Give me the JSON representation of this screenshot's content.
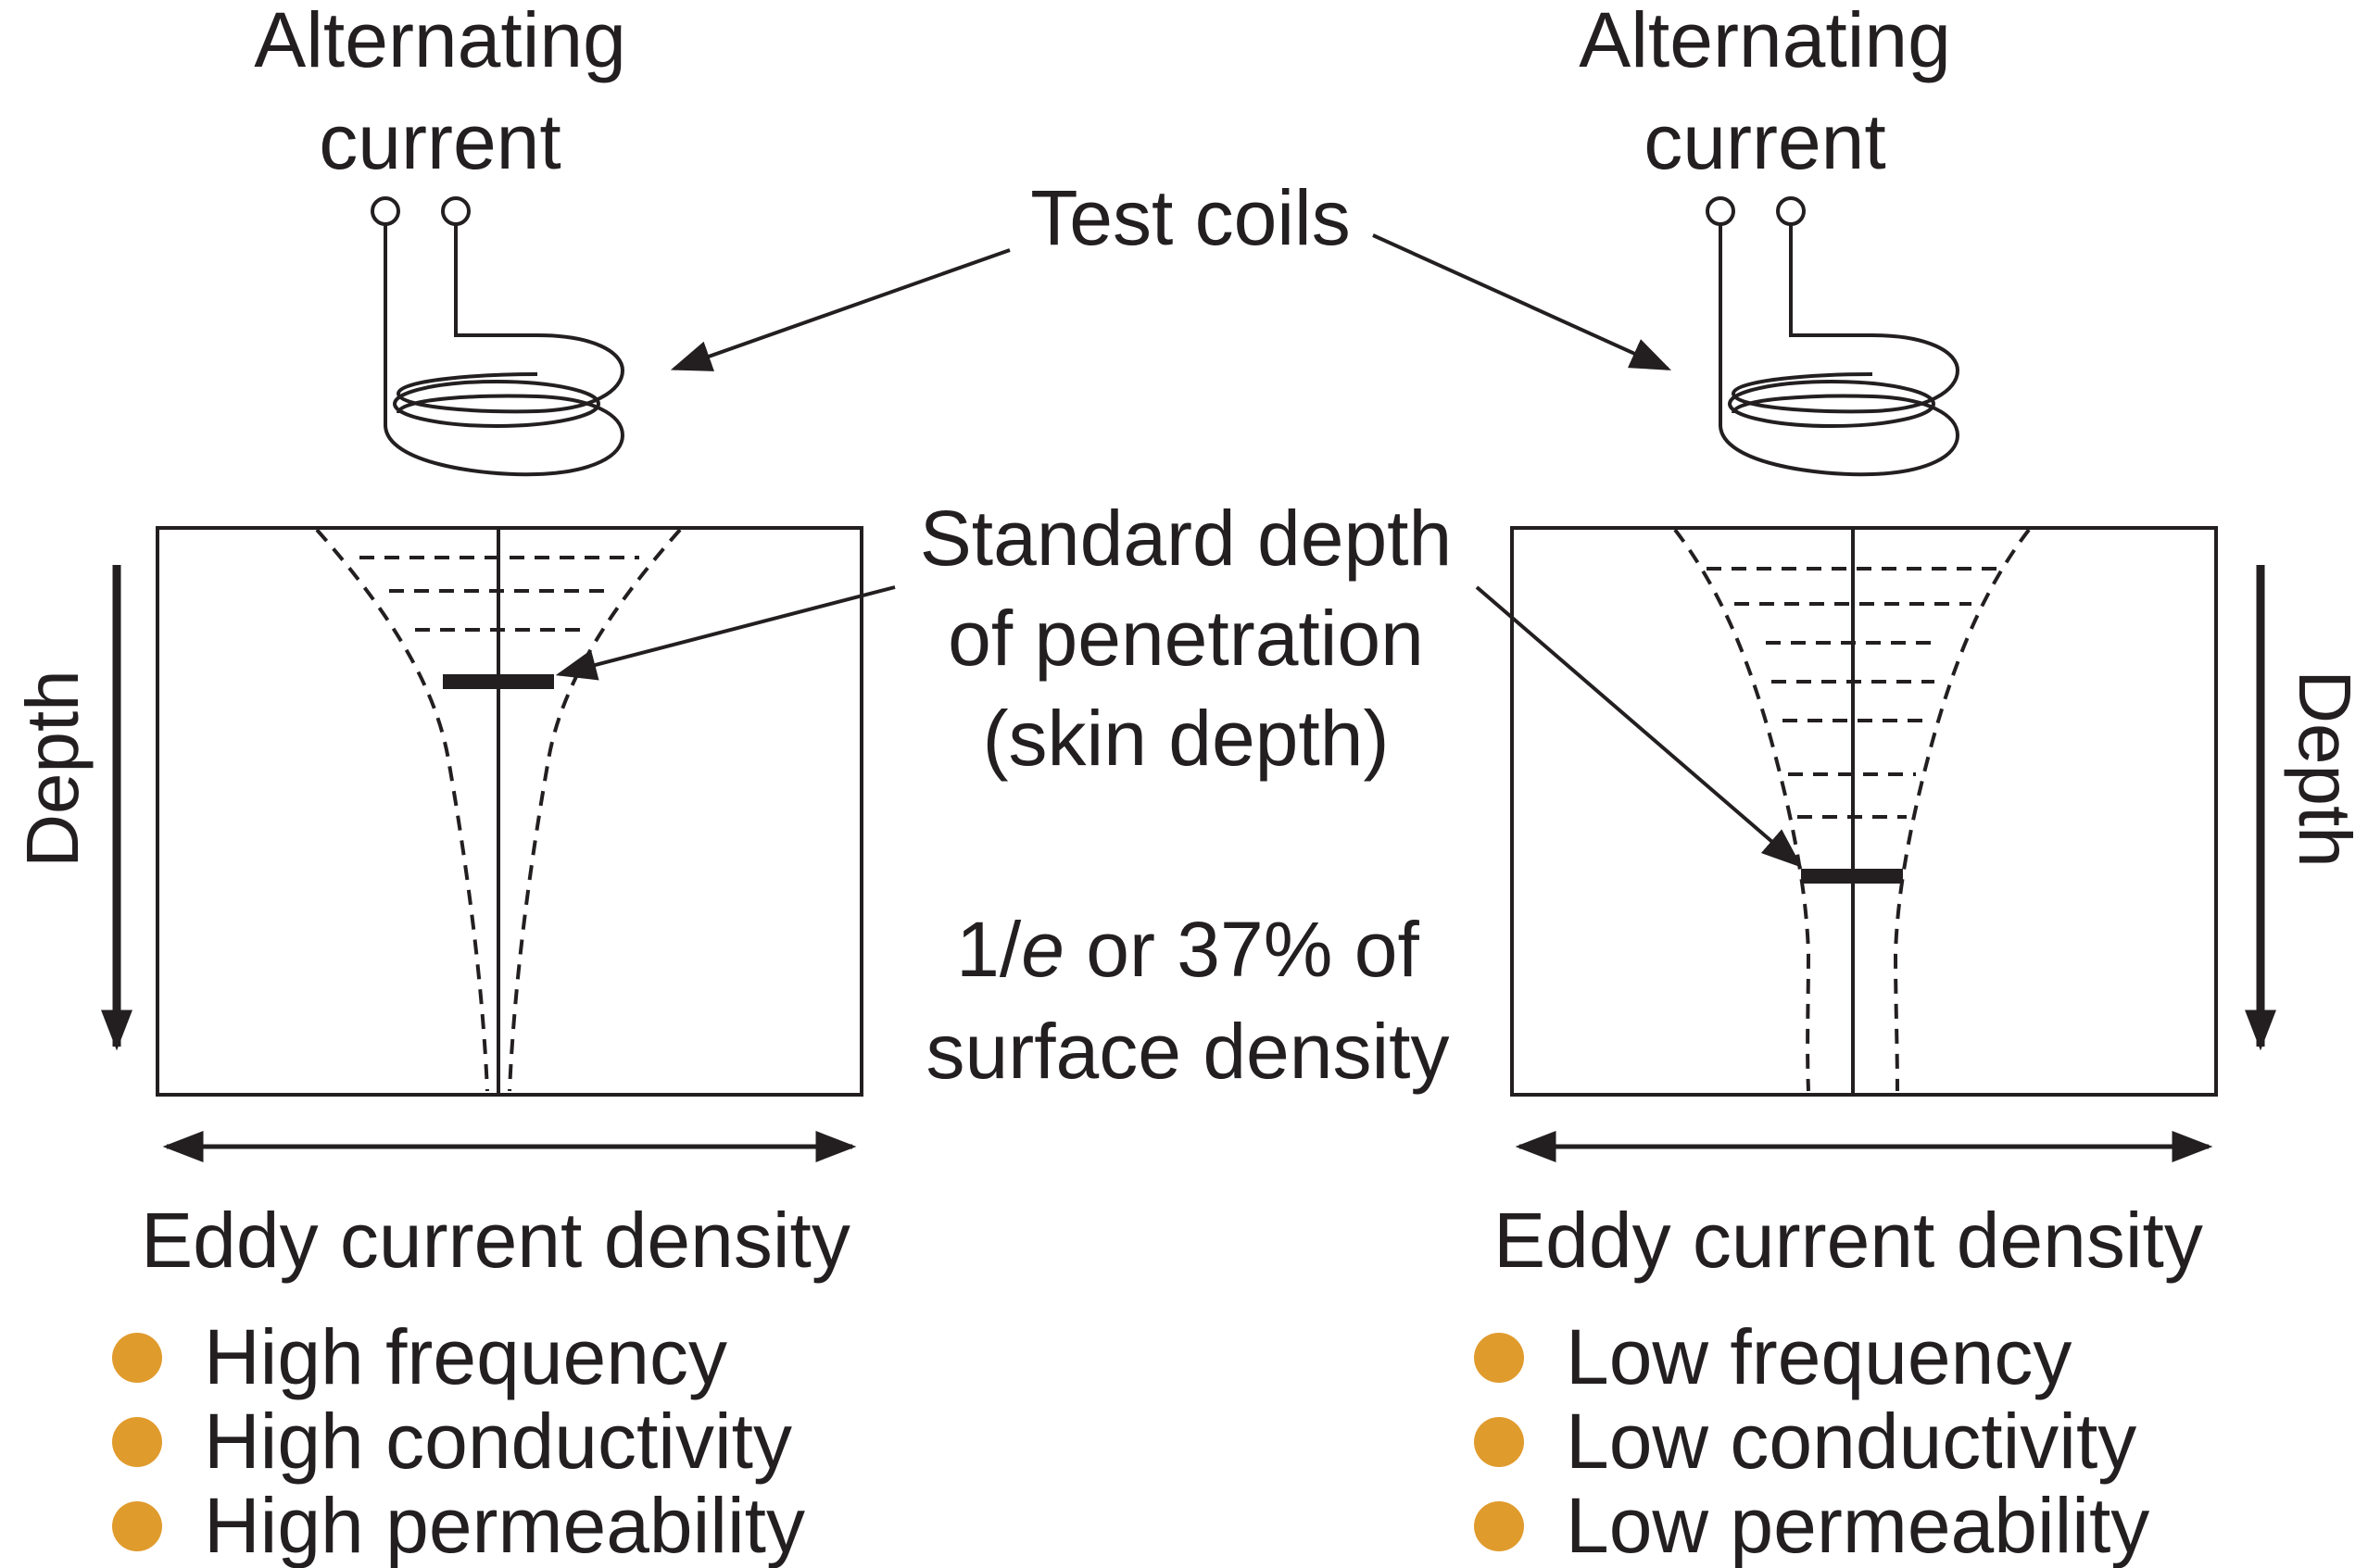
{
  "left": {
    "source_label": [
      "Alternating",
      "current"
    ],
    "axis_label": "Eddy current density",
    "depth_label": "Depth",
    "conditions": [
      "High frequency",
      "High conductivity",
      "High permeability"
    ]
  },
  "right": {
    "source_label": [
      "Alternating",
      "current"
    ],
    "axis_label": "Eddy current density",
    "depth_label": "Depth",
    "conditions": [
      "Low frequency",
      "Low conductivity",
      "Low permeability"
    ]
  },
  "center": {
    "test_coils": "Test coils",
    "standard_depth": [
      "Standard depth",
      "of penetration",
      "(skin depth)"
    ],
    "ratio_prefix": "1/",
    "ratio_e": "e",
    "ratio_suffix": " or 37% of",
    "ratio_line2": "surface density"
  },
  "colors": {
    "ink": "#231f20",
    "bullet": "#e09b2d"
  }
}
